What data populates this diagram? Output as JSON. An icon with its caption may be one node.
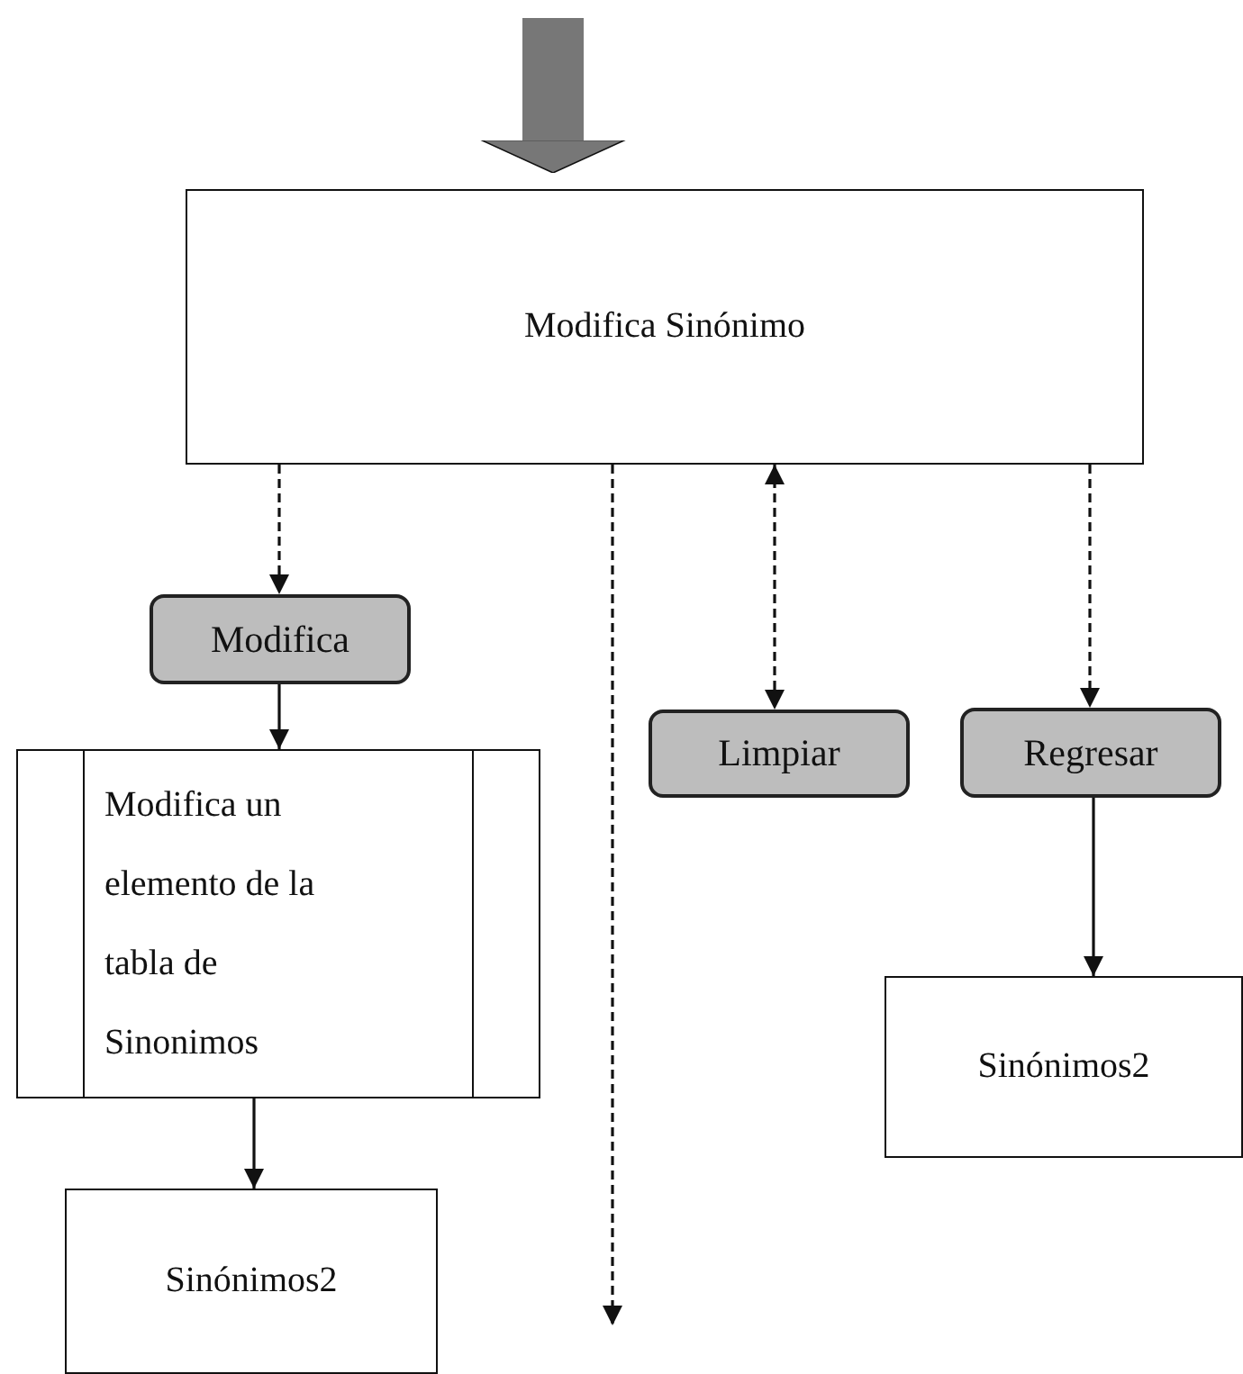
{
  "diagram": {
    "nodes": [
      {
        "text": [
          "Modifica Sinónimo"
        ]
      },
      {
        "text": [
          "Modifica"
        ]
      },
      {
        "text": [
          "Limpiar"
        ]
      },
      {
        "text": [
          "Regresar"
        ]
      },
      {
        "text": [
          "Modifica un elemento de la tabla de Sinonimos"
        ]
      },
      {
        "text": [
          "Sinónimos2"
        ]
      },
      {
        "text": [
          "Sinónimos2"
        ]
      }
    ],
    "edges": [
      {
        "from": null,
        "to": 0,
        "arrow": "to",
        "style": "thick",
        "color": "#777777"
      },
      {
        "from": 0,
        "to": 1,
        "arrow": "to",
        "style": "dashed"
      },
      {
        "from": 0,
        "to": null,
        "arrow": "to",
        "style": "dashed"
      },
      {
        "from": 0,
        "to": 2,
        "arrow": "both",
        "style": "dashed"
      },
      {
        "from": 0,
        "to": 3,
        "arrow": "to",
        "style": "dashed"
      },
      {
        "from": 1,
        "to": 4,
        "arrow": "to"
      },
      {
        "from": 3,
        "to": 6,
        "arrow": "to"
      },
      {
        "from": 4,
        "to": 5,
        "arrow": "to"
      }
    ]
  }
}
